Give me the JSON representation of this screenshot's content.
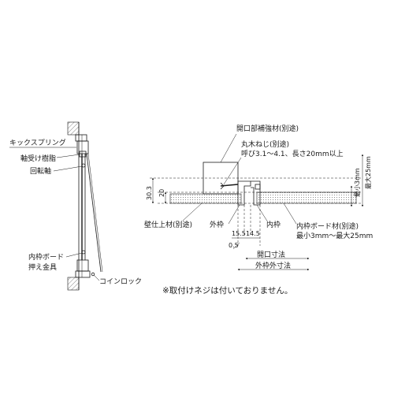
{
  "side_view": {
    "kick_spring": "キックスプリング",
    "bearing_resin": "軸受け樹脂",
    "rotation_shaft": "回転軸",
    "inner_board_clamp_line1": "内枠ボード",
    "inner_board_clamp_line2": "押え金具",
    "coin_lock": "コインロック"
  },
  "section_view": {
    "opening_reinforcement": "開口部補強材(別途)",
    "screw_line1": "丸木ねじ(別途)",
    "screw_line2": "呼び3.1～4.1、長さ20mm以上",
    "max_25mm": "最大25mm",
    "min_3mm": "最小3mm",
    "dim_30_3": "30.3",
    "dim_20": "20",
    "wall_finish": "壁仕上材(別途)",
    "outer_frame": "外枠",
    "inner_frame": "内枠",
    "inner_board_line1": "内枠ボード材(別途)",
    "inner_board_line2": "最小3mm～最大25mm",
    "dim_15_5": "15.5",
    "dim_14_5": "14.5",
    "dim_0_5": "0.5",
    "opening_dimension": "開口寸法",
    "outer_frame_dimension": "外枠外寸法"
  },
  "footnote": "※取付けネジは付いておりません。"
}
